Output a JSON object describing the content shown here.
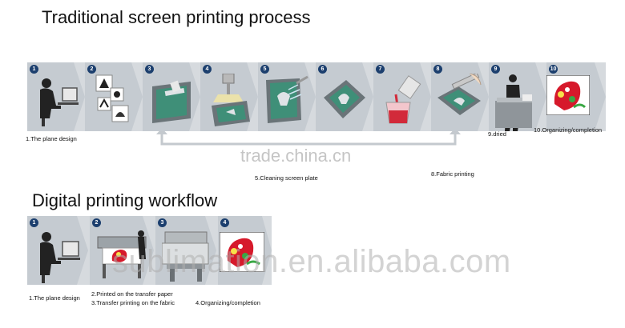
{
  "traditional": {
    "title": "Traditional screen printing process",
    "steps": [
      {
        "num": "1"
      },
      {
        "num": "2"
      },
      {
        "num": "3"
      },
      {
        "num": "4"
      },
      {
        "num": "5"
      },
      {
        "num": "6"
      },
      {
        "num": "7"
      },
      {
        "num": "8"
      },
      {
        "num": "9"
      },
      {
        "num": "10"
      }
    ],
    "captions": {
      "c1": "1.The plane design",
      "c5": "5.Cleaning screen plate",
      "c8": "8.Fabric printing",
      "c9": "9.dried",
      "c10": "10.Organizing/completion"
    }
  },
  "digital": {
    "title": "Digital printing workflow",
    "steps": [
      {
        "num": "1"
      },
      {
        "num": "2"
      },
      {
        "num": "3"
      },
      {
        "num": "4"
      }
    ],
    "captions": {
      "c1": "1.The plane design",
      "c2": "2.Printed on the transfer paper",
      "c3": "3.Transfer printing on the fabric",
      "c4": "4.Organizing/completion"
    }
  },
  "watermarks": {
    "top": "trade.china.cn",
    "bottom": "sublimation.en.alibaba.com"
  },
  "colors": {
    "band": "#d6dade",
    "chevron": "#c5cbd1",
    "number_badge": "#1c3f6e",
    "screen_green": "#3f8f78",
    "loop_line": "#c4c9ce"
  }
}
